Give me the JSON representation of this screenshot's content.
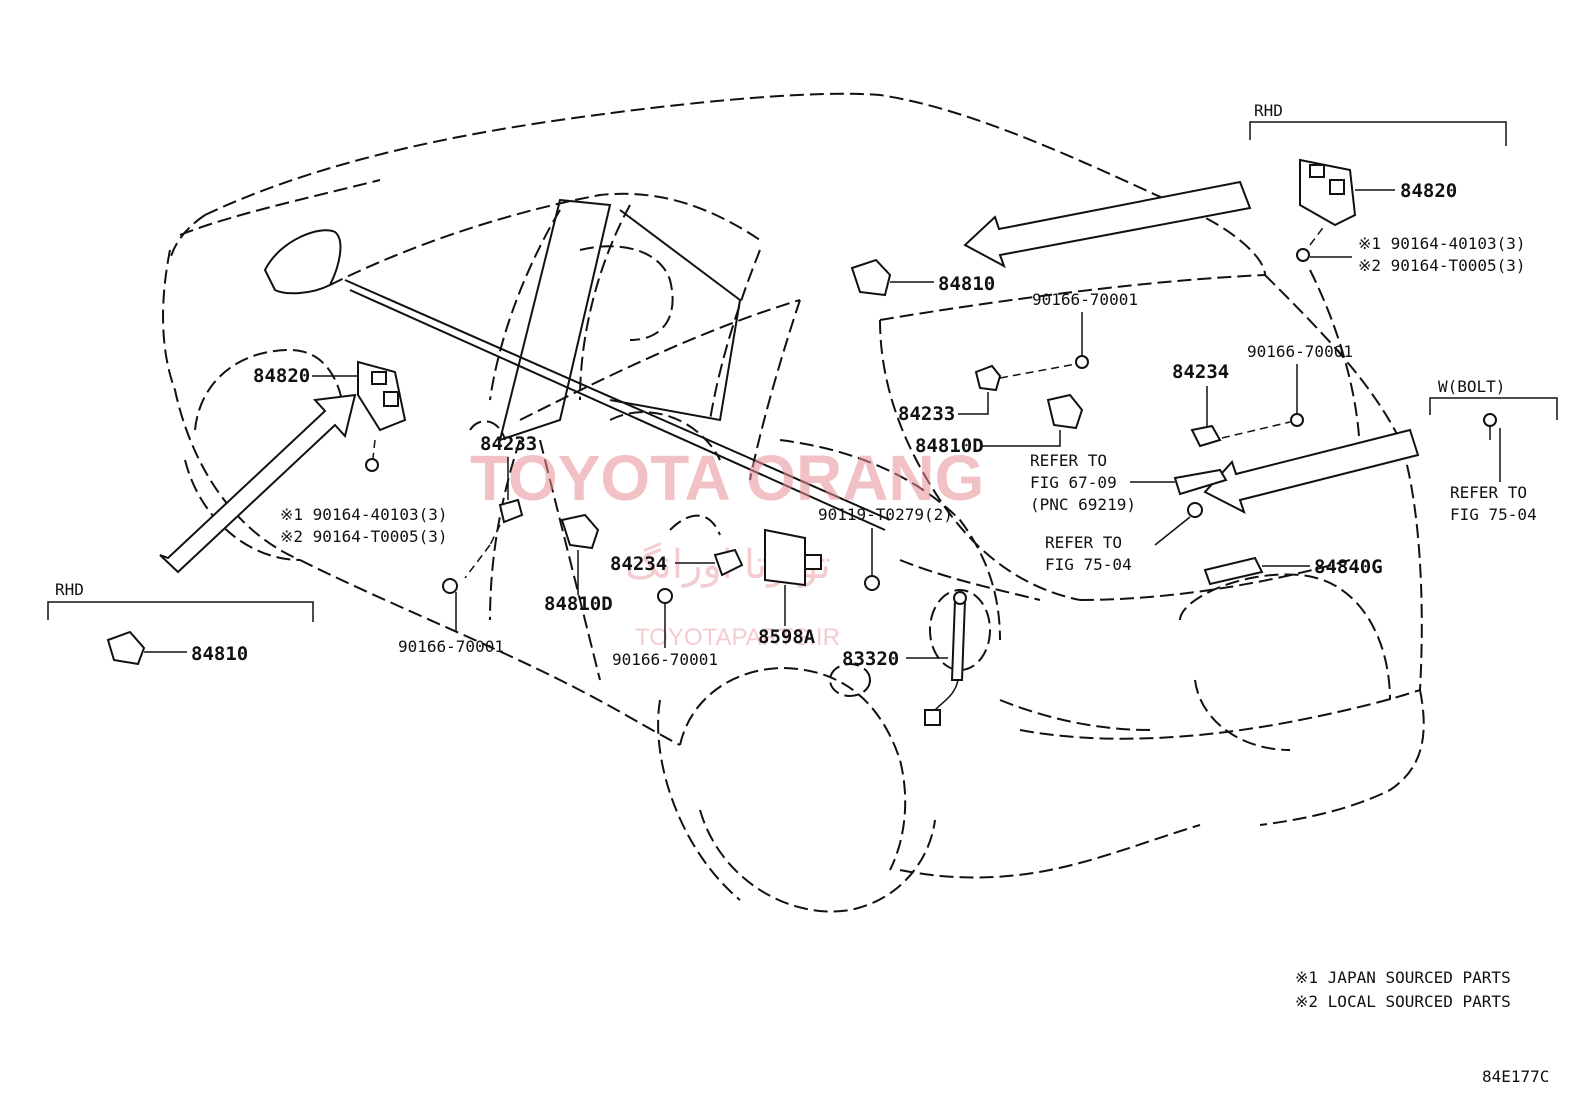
{
  "watermark": {
    "main": "TOYOTA ORANG",
    "arabic": "تویوتا اورانگ",
    "site": "TOYOTAPARTS.IR"
  },
  "groups": {
    "rhd_top": "RHD",
    "rhd_left": "RHD",
    "wbolt": "W(BOLT)"
  },
  "labels": {
    "p84820_top": "84820",
    "n1_top": "※1 90164-40103(3)",
    "n2_top": "※2 90164-T0005(3)",
    "p84810_mid": "84810",
    "p90166_a": "90166-70001",
    "p90166_b": "90166-70001",
    "p84234_r": "84234",
    "p84233_r": "84233",
    "p84810D_r": "84810D",
    "refer1_a": "REFER TO",
    "refer1_b": "FIG 67-09",
    "refer1_c": "(PNC 69219)",
    "refer2_a": "REFER TO",
    "refer2_b": "FIG 75-04",
    "refer3_a": "REFER TO",
    "refer3_b": "FIG 75-04",
    "p84840G": "84840G",
    "p84820_left": "84820",
    "n1_left": "※1 90164-40103(3)",
    "n2_left": "※2 90164-T0005(3)",
    "p84233_l": "84233",
    "p90119": "90119-T0279(2)",
    "p84234_l": "84234",
    "p84810D_l": "84810D",
    "p8598A": "8598A",
    "p90166_c": "90166-70001",
    "p90166_d": "90166-70001",
    "p83320": "83320",
    "p84810_left": "84810"
  },
  "legend": {
    "note1": "※1 JAPAN SOURCED PARTS",
    "note2": "※2 LOCAL SOURCED PARTS"
  },
  "figure_code": "84E177C"
}
